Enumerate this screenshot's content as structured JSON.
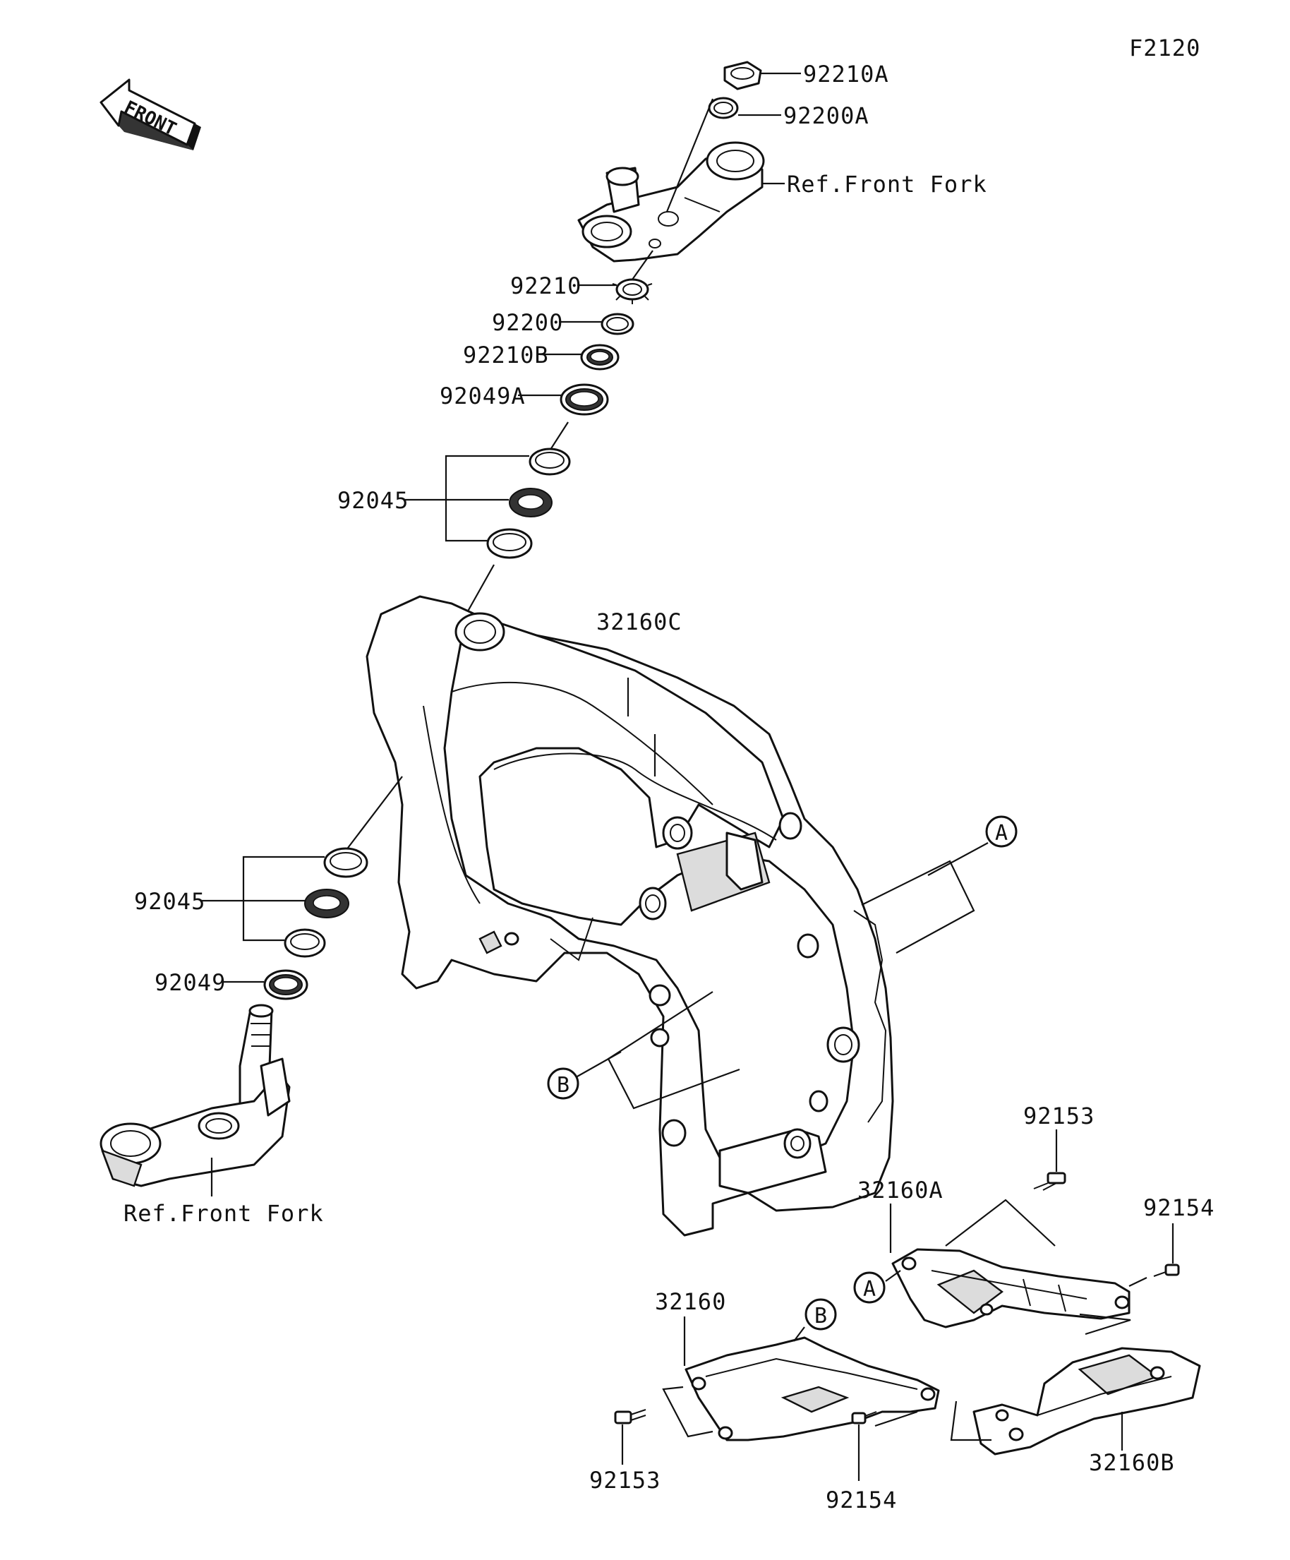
{
  "diagram": {
    "figure_code": "F2120",
    "front_arrow_label": "FRONT",
    "parts": {
      "nut_top": "92210A",
      "washer_top": "92200A",
      "upper_bracket_ref": "Ref.Front Fork",
      "locknut": "92210",
      "lockwasher": "92200",
      "nut_lower": "92210B",
      "seal_upper": "92049A",
      "bearing_upper": "92045",
      "frame": "32160C",
      "bearing_lower": "92045",
      "seal_lower": "92049",
      "stem_ref": "Ref.Front Fork",
      "bolt_right_top": "92153",
      "bracket_right_upper": "32160A",
      "bolt_right_side": "92154",
      "bracket_left_lower": "32160",
      "bracket_right_lower": "32160B",
      "bolt_left_bottom": "92153",
      "bolt_mid_bottom": "92154"
    },
    "callouts": {
      "a_frame": "A",
      "b_frame": "B",
      "a_bracket": "A",
      "b_bracket": "B"
    }
  }
}
